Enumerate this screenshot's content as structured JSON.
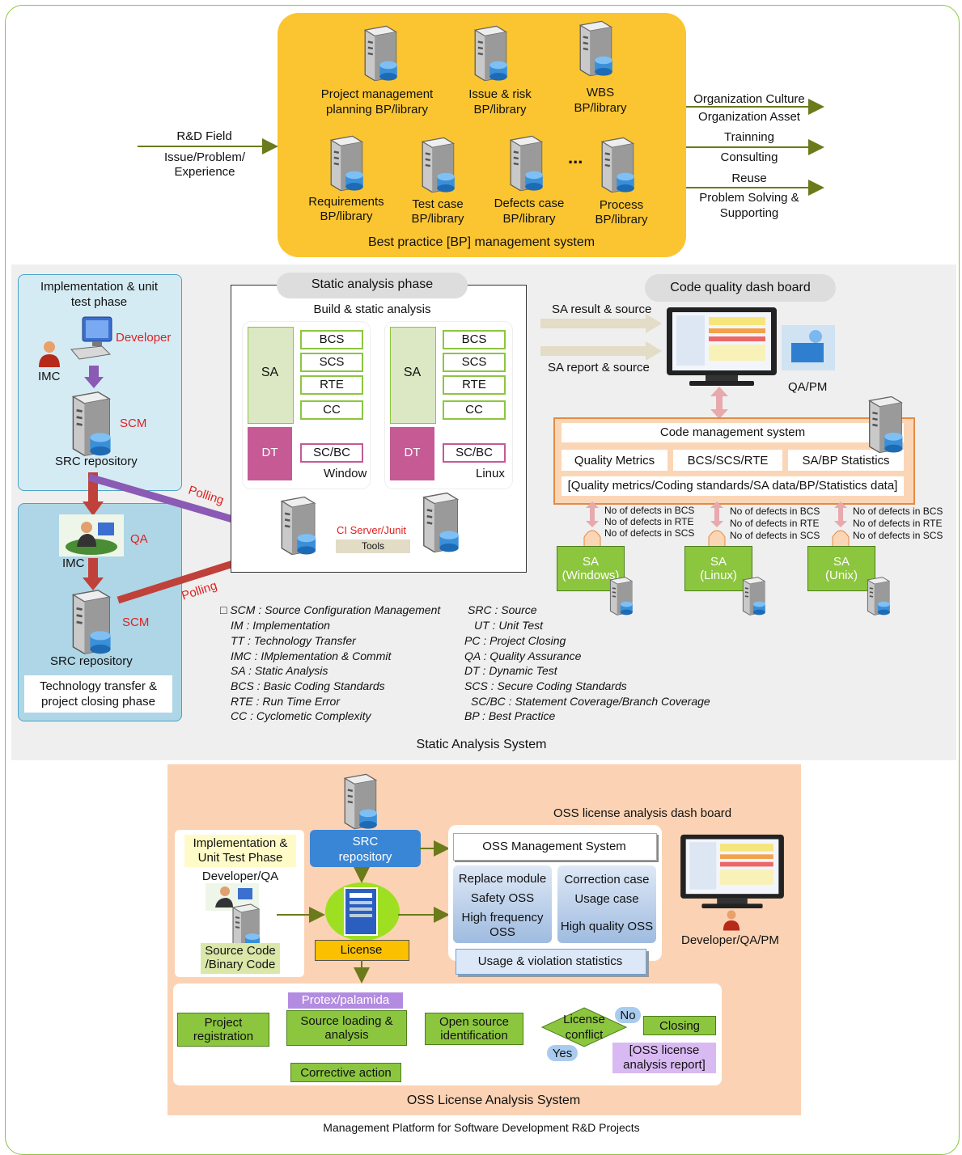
{
  "top": {
    "input_title": "R&D Field",
    "input_lines": [
      "Issue/Problem/",
      "Experience"
    ],
    "libs": [
      [
        "Project management",
        "planning BP/library"
      ],
      [
        "Issue & risk",
        "BP/library"
      ],
      [
        "WBS",
        "BP/library"
      ],
      [
        "Requirements",
        "BP/library"
      ],
      [
        "Test case",
        "BP/library"
      ],
      [
        "Defects case",
        "BP/library"
      ],
      [
        "Process",
        "BP/library"
      ]
    ],
    "ellipsis": "...",
    "bp_system": "Best practice [BP] management system",
    "outputs": [
      "Organization Culture",
      "Organization Asset",
      "Trainning",
      "Consulting",
      "Reuse",
      "Problem Solving &",
      "Supporting"
    ]
  },
  "static": {
    "impl_phase": [
      "Implementation & unit",
      "test phase"
    ],
    "developer": "Developer",
    "imc": "IMC",
    "scm": "SCM",
    "src_repo": "SRC repository",
    "qa": "QA",
    "imc2": "IMC",
    "scm2": "SCM",
    "src_repo2": "SRC repository",
    "tt_phase": [
      "Technology transfer &",
      "project closing phase"
    ],
    "polling": "Polling",
    "polling2": "Polling",
    "phase_title": "Static analysis phase",
    "build": "Build & static analysis",
    "sa": "SA",
    "sa_items": [
      "BCS",
      "SCS",
      "RTE",
      "CC"
    ],
    "dt": "DT",
    "scbc": "SC/BC",
    "window": "Window",
    "linux": "Linux",
    "ci": "CI Server/Junit",
    "tools": "Tools",
    "dash_title": "Code quality dash board",
    "sa_result": "SA result & source",
    "sa_report": "SA report & source",
    "qapm": "QA/PM",
    "cms_title": "Code management system",
    "cms_cells": [
      "Quality Metrics",
      "BCS/SCS/RTE",
      "SA/BP Statistics"
    ],
    "cms_data": "[Quality metrics/Coding standards/SA data/BP/Statistics data]",
    "defects": [
      "No of defects in BCS",
      "No of defects in RTE",
      "No of defects in SCS"
    ],
    "sa_nodes": [
      [
        "SA",
        "(Windows)"
      ],
      [
        "SA",
        "(Linux)"
      ],
      [
        "SA",
        "(Unix)"
      ]
    ],
    "legend_left": [
      "□ SCM : Source Configuration Management",
      "IM : Implementation",
      "TT : Technology Transfer",
      "IMC : IMplementation & Commit",
      "SA : Static Analysis",
      "BCS : Basic Coding Standards",
      "RTE : Run Time Error",
      "CC : Cyclometic Complexity"
    ],
    "legend_right": [
      "SRC : Source",
      "UT : Unit Test",
      "PC : Project Closing",
      "QA : Quality Assurance",
      "DT : Dynamic Test",
      "SCS : Secure Coding Standards",
      "SC/BC : Statement Coverage/Branch Coverage",
      "BP : Best Practice"
    ],
    "caption": "Static Analysis System"
  },
  "oss": {
    "dash_title": "OSS license analysis dash board",
    "impl": [
      "Implementation &",
      "Unit Test Phase"
    ],
    "devqa": "Developer/QA",
    "src_code": [
      "Source Code",
      "/Binary Code"
    ],
    "src_repo": [
      "SRC",
      "repository"
    ],
    "license": "License",
    "mgmt": "OSS Management System",
    "cells_left": [
      "Replace module",
      "Safety OSS",
      "High frequency",
      "OSS"
    ],
    "cells_right": [
      "Correction case",
      "Usage case",
      "High quality OSS"
    ],
    "usage": "Usage & violation statistics",
    "devqapm": "Developer/QA/PM",
    "protex": "Protex/palamida",
    "steps": [
      [
        "Project",
        "registration"
      ],
      [
        "Source loading &",
        "analysis"
      ],
      [
        "Open source",
        "identification"
      ]
    ],
    "conflict": [
      "License",
      "conflict"
    ],
    "no": "No",
    "yes": "Yes",
    "closing": "Closing",
    "report": [
      "[OSS license",
      "analysis report]"
    ],
    "corrective": "Corrective action",
    "caption": "OSS License Analysis System"
  },
  "footer": "Management Platform for Software Development R&D Projects"
}
